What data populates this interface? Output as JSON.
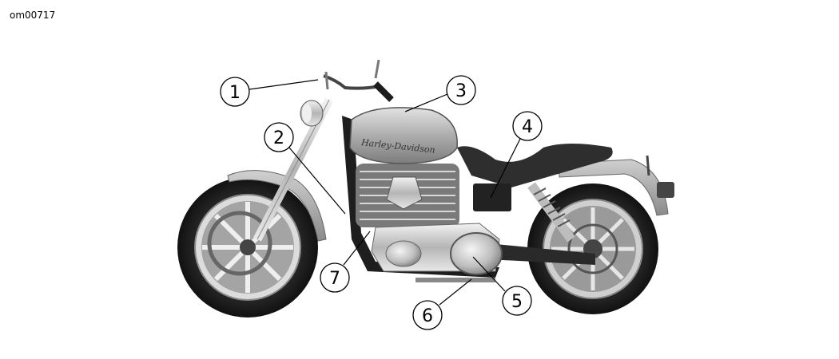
{
  "figure_id": "om00717",
  "tank_logo": "Harley-Davidson",
  "callouts": [
    {
      "number": "1"
    },
    {
      "number": "2"
    },
    {
      "number": "3"
    },
    {
      "number": "4"
    },
    {
      "number": "5"
    },
    {
      "number": "6"
    },
    {
      "number": "7"
    }
  ]
}
